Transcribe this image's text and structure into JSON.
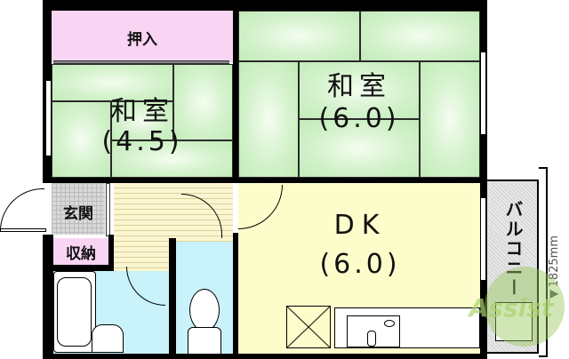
{
  "floor_plan": {
    "rooms": [
      {
        "id": "closet",
        "label": "押入",
        "color": "#f9d4f3"
      },
      {
        "id": "washitsu_45",
        "label": "和室",
        "size": "(4.5)",
        "color": "#d4f2cc"
      },
      {
        "id": "washitsu_60",
        "label": "和室",
        "size": "(6.0)",
        "color": "#d4f2cc"
      },
      {
        "id": "genkan",
        "label": "玄関",
        "color": "#d8d8d8"
      },
      {
        "id": "storage",
        "label": "収納",
        "color": "#f9d4f3"
      },
      {
        "id": "dk",
        "label": "DK",
        "size": "(6.0)",
        "color": "#fdfccb"
      },
      {
        "id": "balcony",
        "label": "バルコニー",
        "color": "#dcdcdc"
      },
      {
        "id": "bath",
        "label": "",
        "color": "#c9f2fb"
      },
      {
        "id": "toilet",
        "label": "",
        "color": "#c9f2fb"
      },
      {
        "id": "hall",
        "label": "",
        "color": "#fbf6cf"
      }
    ],
    "dimension": "◀1825mm",
    "watermark": "Assist"
  }
}
